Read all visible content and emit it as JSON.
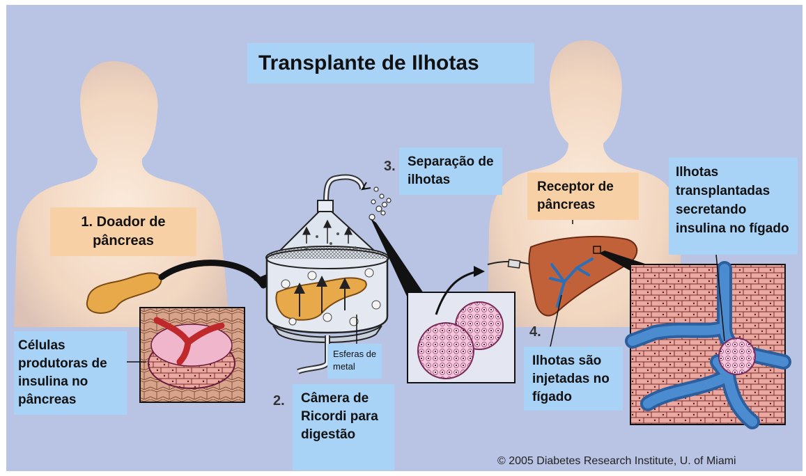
{
  "title": "Transplante de Ilhotas",
  "step1": "1. Doador de pâncreas",
  "cells_label": "Células produtoras de insulina no pâncreas",
  "metal_label": "Esferas de metal",
  "step2_num": "2.",
  "step2_label": "Câmera de Ricordi para digestão",
  "step3_num": "3.",
  "step3_label": "Separação de ilhotas",
  "receptor": "Receptor de pâncreas",
  "step4_num": "4.",
  "step4_label": "Ilhotas são injetadas no fígado",
  "transplanted": "Ilhotas transplantadas secretando insulina no fígado",
  "copyright": "© 2005 Diabetes Research Institute, U. of Miami",
  "colors": {
    "background": "#b9c3e3",
    "label_blue": "#a9d2f7",
    "label_peach": "#f7d0a5",
    "body": "#f3ddc9"
  }
}
